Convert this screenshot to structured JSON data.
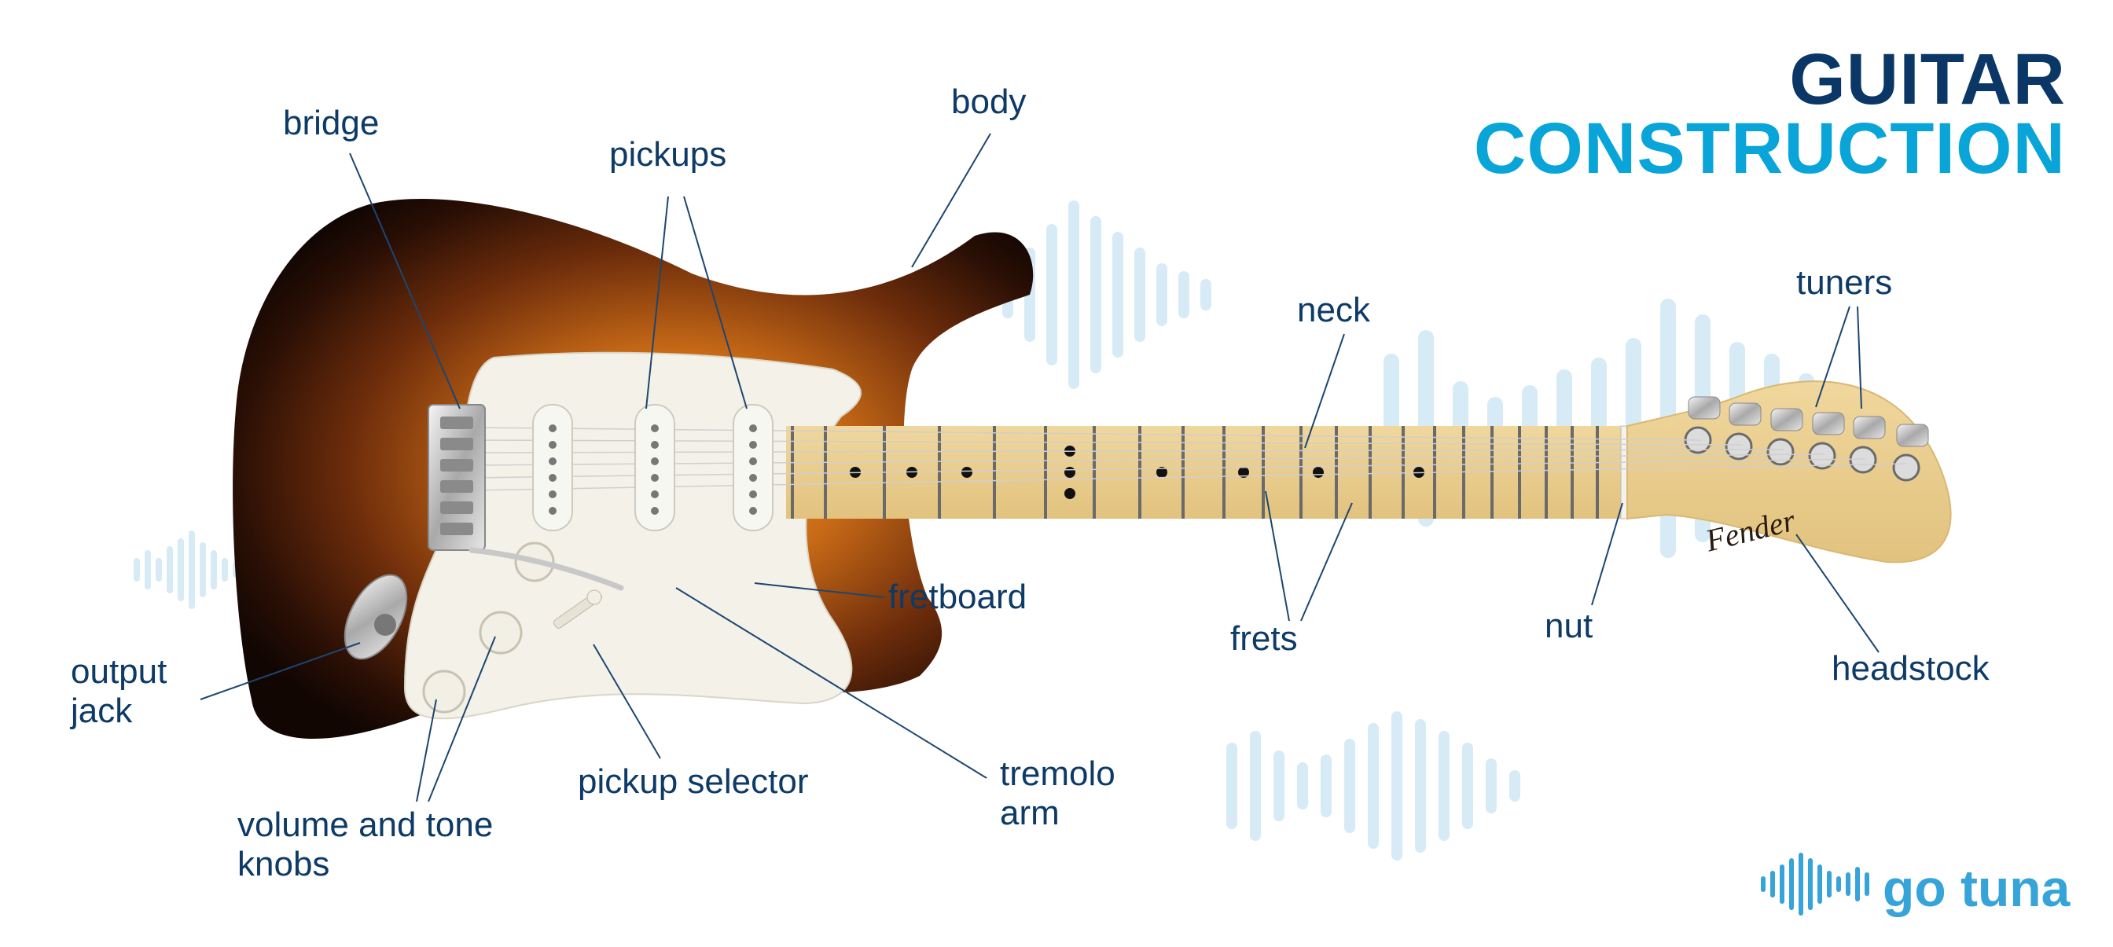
{
  "title": {
    "line1": "GUITAR",
    "line2": "CONSTRUCTION"
  },
  "labels": {
    "bridge": "bridge",
    "pickups": "pickups",
    "body": "body",
    "neck": "neck",
    "tuners": "tuners",
    "fretboard": "fretboard",
    "output_jack_1": "output",
    "output_jack_2": "jack",
    "frets": "frets",
    "nut": "nut",
    "headstock": "headstock",
    "pickup_selector": "pickup selector",
    "tremolo_arm_1": "tremolo",
    "tremolo_arm_2": "arm",
    "volume_tone_1": "volume and tone",
    "volume_tone_2": "knobs"
  },
  "headstock_logo": "Fender",
  "brand": "go tuna",
  "colors": {
    "label": "#0d3a66",
    "title_dark": "#0b3766",
    "title_accent": "#0aa5d8",
    "brand": "#36a3d9",
    "wave": "#d6ebf5",
    "leader": "#1c4670"
  }
}
